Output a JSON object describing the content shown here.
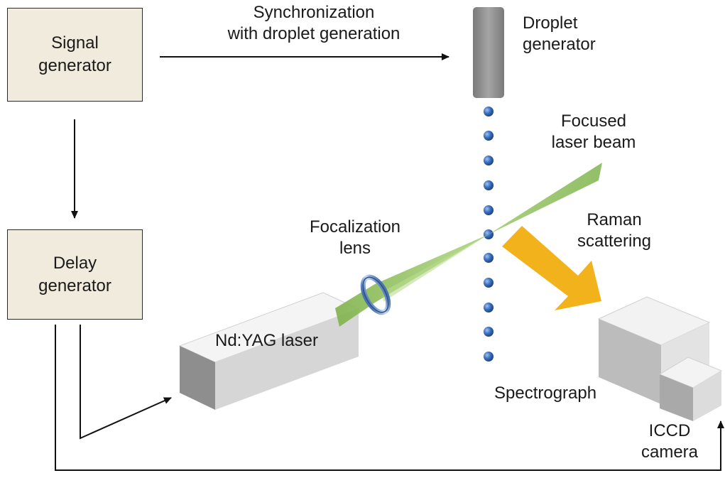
{
  "boxes": {
    "signal_generator": {
      "line1": "Signal",
      "line2": "generator"
    },
    "delay_generator": {
      "line1": "Delay",
      "line2": "generator"
    }
  },
  "labels": {
    "sync_line1": "Synchronization",
    "sync_line2": "with droplet generation",
    "droplet_line1": "Droplet",
    "droplet_line2": "generator",
    "focused_line1": "Focused",
    "focused_line2": "laser beam",
    "focal_line1": "Focalization",
    "focal_line2": "lens",
    "raman_line1": "Raman",
    "raman_line2": "scattering",
    "laser": "Nd:YAG laser",
    "spectrograph": "Spectrograph",
    "iccd_line1": "ICCD",
    "iccd_line2": "camera"
  },
  "colors": {
    "box_fill": "#f0ebdc",
    "beam_green": "#8fbf5a",
    "droplet_blue": "#2f5fa8",
    "raman_arrow": "#f2b21b",
    "device_gray": "#d9d9d9",
    "generator_gray": "#8c8c8c"
  }
}
